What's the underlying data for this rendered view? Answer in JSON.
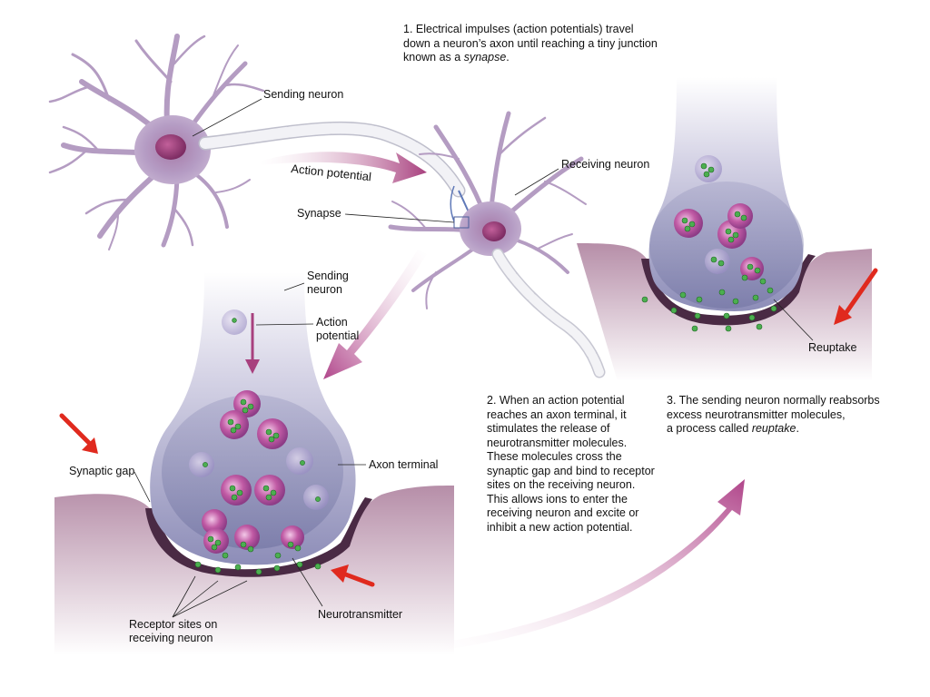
{
  "step1": {
    "prefix": "1. Electrical impulses (action potentials) travel down a neuron’s axon until reaching a tiny junction known as a ",
    "em": "synapse",
    "suffix": "."
  },
  "step2": {
    "text": "2. When an action potential reaches an axon terminal, it stimulates the release of neurotransmitter molecules. These molecules cross the synaptic gap and bind to receptor sites on the receiving neuron. This allows ions to enter the receiving neuron and excite or inhibit a new action potential."
  },
  "step3": {
    "prefix": "3. The sending neuron normally reabsorbs excess neurotransmitter molecules, a process called ",
    "em": "reuptake",
    "suffix": "."
  },
  "labels": {
    "sending_neuron_top": "Sending neuron",
    "action_potential_arrow": "Action potential",
    "receiving_neuron": "Receiving neuron",
    "synapse": "Synapse",
    "sending_neuron_bottom": "Sending neuron",
    "action_potential_bottom": "Action potential",
    "axon_terminal": "Axon terminal",
    "synaptic_gap": "Synaptic gap",
    "neurotransmitter": "Neurotransmitter",
    "receptor_sites": "Receptor sites on receiving neuron",
    "reuptake": "Reuptake"
  },
  "colors": {
    "neuron": "#b39ac0",
    "nucleus": "#9a3e78",
    "axon": "#e6e6ea",
    "curved_arrow": "#a8407e",
    "red_arrow": "#e02a1e",
    "molecule": "#4caf50",
    "tissue": "#a67f98"
  }
}
